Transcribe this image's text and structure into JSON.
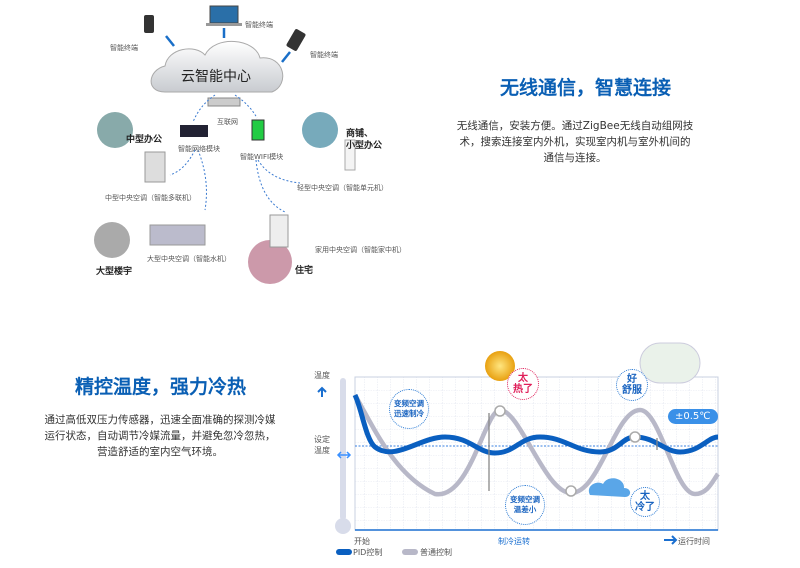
{
  "network": {
    "terminal_labels": [
      "智能终端",
      "智能终端",
      "智能终端"
    ],
    "cloud": "云智能中心",
    "internet": "互联网",
    "network_module": "智能网络模块",
    "wifi_module": "智能WIFI模块",
    "mid_office": "中型办公",
    "mid_ac": "中型中央空调（智能多联机）",
    "shop_office": [
      "商铺、",
      "小型办公"
    ],
    "light_ac": "轻型中央空调（智能单元机）",
    "big_building": "大型楼宇",
    "big_ac": "大型中央空调（智能水机）",
    "home": "住宅",
    "home_ac": "家用中央空调（智能家中机）"
  },
  "wireless": {
    "title": "无线通信，智慧连接",
    "lines": [
      "无线通信，安装方便。通过ZigBee无线自动组网技",
      "术，搜索连接室内外机，实现室内机与室外机间的",
      "通信与连接。"
    ]
  },
  "temp": {
    "title": "精控温度，强力冷热",
    "lines": [
      "通过高低双压力传感器，迅速全面准确的探测冷媒",
      "运行状态，自动调节冷媒流量，并避免忽冷忽热，",
      "营造舒适的室内空气环境。"
    ]
  },
  "chart": {
    "y_label": "温度",
    "set_temp": [
      "设定",
      "温度"
    ],
    "x_start": "开始",
    "x_mid": "制冷运转",
    "x_end": "运行时间",
    "bubble_fast": [
      "变频空调",
      "迅速制冷"
    ],
    "bubble_small": [
      "变频空调",
      "温差小"
    ],
    "too_hot": [
      "太",
      "热了"
    ],
    "comfortable": [
      "好",
      "舒服"
    ],
    "too_cold": [
      "太",
      "冷了"
    ],
    "tolerance": "±0.5℃",
    "legend": [
      {
        "label": "PID控制",
        "color": "#0a5fc0"
      },
      {
        "label": "普通控制",
        "color": "#b8b8c8"
      }
    ]
  }
}
